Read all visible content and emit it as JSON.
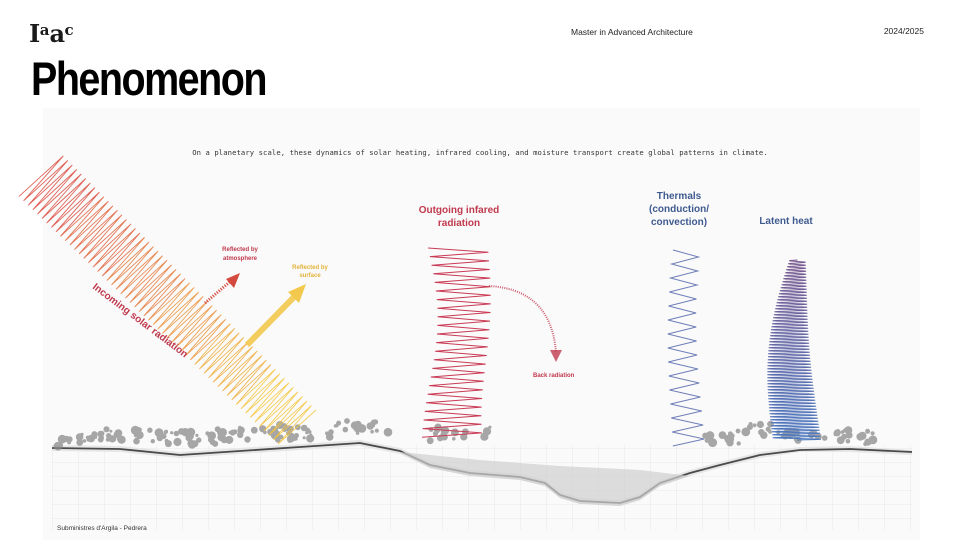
{
  "header": {
    "logo_text": "Iaac",
    "program": "Master in Advanced Architecture",
    "year": "2024/2025",
    "title": "Phenomenon"
  },
  "diagram": {
    "caption": "On a planetary scale, these dynamics of solar heating, infrared cooling, and moisture transport create global patterns in climate.",
    "labels": {
      "incoming_solar": "Incoming solar radiation",
      "reflected_atmosphere_1": "Reflected by",
      "reflected_atmosphere_2": "atmosphere",
      "reflected_surface_1": "Reflected by",
      "reflected_surface_2": "surface",
      "outgoing_ir_1": "Outgoing infared",
      "outgoing_ir_2": "radiation",
      "back_radiation": "Back radiation",
      "thermals_1": "Thermals",
      "thermals_2": "(conduction/",
      "thermals_3": "convection)",
      "latent_heat": "Latent heat",
      "credit": "Subministres d'Argila - Pedrera"
    },
    "colors": {
      "solar_start": "#d9463a",
      "solar_end": "#f5c43a",
      "reflected_atmosphere": "#d44a3e",
      "reflected_surface": "#f2c94c",
      "outgoing_ir": "#c93b55",
      "thermals": "#6f7fb8",
      "latent_heat": "#4b6fb5",
      "label_red": "#c0394d",
      "label_blue": "#3f5a8f",
      "terrain": "#555555"
    }
  }
}
